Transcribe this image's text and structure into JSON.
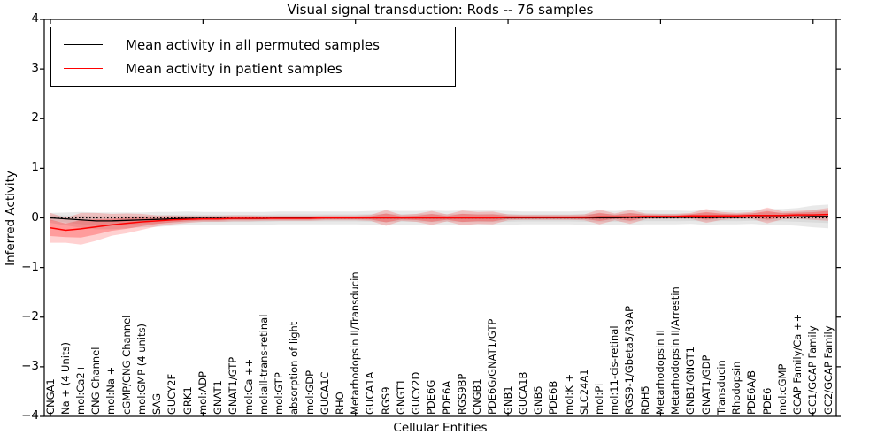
{
  "title": "Visual signal transduction: Rods -- 76 samples",
  "axes": {
    "ylabel": "Inferred Activity",
    "xlabel": "Cellular Entities",
    "ylim": [
      -4,
      4
    ],
    "yticks": [
      {
        "value": 4,
        "label": "4"
      },
      {
        "value": 3,
        "label": "3"
      },
      {
        "value": 2,
        "label": "2"
      },
      {
        "value": 1,
        "label": "1"
      },
      {
        "value": 0,
        "label": "0"
      },
      {
        "value": -1,
        "label": "−1"
      },
      {
        "value": -2,
        "label": "−2"
      },
      {
        "value": -3,
        "label": "−3"
      },
      {
        "value": -4,
        "label": "−4"
      }
    ]
  },
  "legend": {
    "items": [
      {
        "label": "Mean activity in all permuted samples",
        "color": "#000000"
      },
      {
        "label": "Mean activity in patient samples",
        "color": "#ff0000"
      }
    ]
  },
  "colors": {
    "permuted_line": "#000000",
    "patient_line": "#ff0000",
    "permuted_band": "#999999",
    "patient_band": "#ff0000",
    "axis": "#000000"
  },
  "chart_data": {
    "type": "line",
    "title": "Visual signal transduction: Rods -- 76 samples",
    "xlabel": "Cellular Entities",
    "ylabel": "Inferred Activity",
    "ylim": [
      -4,
      4
    ],
    "grid": false,
    "legend_position": "upper left",
    "zero_reference_line": "black dotted at y=0",
    "categories": [
      "CNGA1",
      "Na + (4 Units)",
      "mol:Ca2+",
      "CNG Channel",
      "mol:Na +",
      "cGMP/CNG Channel",
      "mol:GMP (4 units)",
      "SAG",
      "GUCY2F",
      "GRK1",
      "mol:ADP",
      "GNAT1",
      "GNAT1/GTP",
      "mol:Ca ++",
      "mol:all-trans-retinal",
      "mol:GTP",
      "absorption of light",
      "mol:GDP",
      "GUCA1C",
      "RHO",
      "Metarhodopsin II/Transducin",
      "GUCA1A",
      "RGS9",
      "GNGT1",
      "GUCY2D",
      "PDE6G",
      "PDE6A",
      "RGS9BP",
      "CNGB1",
      "PDE6G/GNAT1/GTP",
      "GNB1",
      "GUCA1B",
      "GNB5",
      "PDE6B",
      "mol:K +",
      "SLC24A1",
      "mol:Pi",
      "mol:11-cis-retinal",
      "RGS9-1/Gbeta5/R9AP",
      "RDH5",
      "Metarhodopsin II",
      "Metarhodopsin II/Arrestin",
      "GNB1/GNGT1",
      "GNAT1/GDP",
      "Transducin",
      "Rhodopsin",
      "PDE6A/B",
      "PDE6",
      "mol:cGMP",
      "GCAP Family/Ca ++",
      "GC1/GCAP Family",
      "GC2/GCAP Family"
    ],
    "series": [
      {
        "name": "Mean activity in all permuted samples",
        "color": "#000000",
        "values": [
          0,
          -0.02,
          -0.04,
          -0.06,
          -0.06,
          -0.05,
          -0.04,
          -0.03,
          -0.02,
          -0.01,
          -0.01,
          -0.01,
          -0.01,
          -0.01,
          -0.01,
          0,
          0,
          0,
          0,
          0,
          0,
          0,
          0,
          0,
          0,
          0,
          0,
          0,
          0,
          0,
          0,
          0,
          0,
          0,
          0,
          0,
          0,
          0,
          0.01,
          0.01,
          0.01,
          0.01,
          0.01,
          0.01,
          0.01,
          0.01,
          0.02,
          0.02,
          0.02,
          0.02,
          0.03,
          0.03
        ],
        "std": [
          0.1,
          0.13,
          0.16,
          0.17,
          0.17,
          0.16,
          0.15,
          0.15,
          0.14,
          0.14,
          0.13,
          0.13,
          0.13,
          0.13,
          0.13,
          0.13,
          0.13,
          0.13,
          0.13,
          0.13,
          0.13,
          0.14,
          0.15,
          0.14,
          0.14,
          0.15,
          0.14,
          0.15,
          0.15,
          0.15,
          0.14,
          0.13,
          0.13,
          0.13,
          0.13,
          0.14,
          0.15,
          0.14,
          0.15,
          0.14,
          0.14,
          0.14,
          0.13,
          0.15,
          0.14,
          0.14,
          0.14,
          0.16,
          0.16,
          0.18,
          0.22,
          0.24
        ]
      },
      {
        "name": "Mean activity in patient samples",
        "color": "#ff0000",
        "values": [
          -0.2,
          -0.25,
          -0.22,
          -0.18,
          -0.14,
          -0.11,
          -0.08,
          -0.06,
          -0.04,
          -0.03,
          -0.02,
          -0.02,
          -0.01,
          -0.01,
          -0.01,
          -0.01,
          -0.01,
          -0.01,
          0,
          0,
          0,
          0,
          0,
          0,
          0,
          0,
          0,
          0,
          0,
          0,
          0.01,
          0.01,
          0.01,
          0.01,
          0.01,
          0.01,
          0.02,
          0.02,
          0.02,
          0.03,
          0.03,
          0.03,
          0.04,
          0.04,
          0.04,
          0.04,
          0.05,
          0.05,
          0.05,
          0.06,
          0.06,
          0.07
        ],
        "std": [
          0.3,
          0.25,
          0.32,
          0.28,
          0.22,
          0.2,
          0.16,
          0.11,
          0.09,
          0.07,
          0.06,
          0.06,
          0.06,
          0.06,
          0.05,
          0.05,
          0.05,
          0.05,
          0.05,
          0.05,
          0.05,
          0.06,
          0.16,
          0.06,
          0.08,
          0.14,
          0.07,
          0.15,
          0.12,
          0.13,
          0.06,
          0.05,
          0.05,
          0.05,
          0.05,
          0.06,
          0.15,
          0.07,
          0.14,
          0.06,
          0.05,
          0.05,
          0.06,
          0.14,
          0.08,
          0.06,
          0.07,
          0.16,
          0.08,
          0.08,
          0.1,
          0.13
        ]
      }
    ]
  }
}
